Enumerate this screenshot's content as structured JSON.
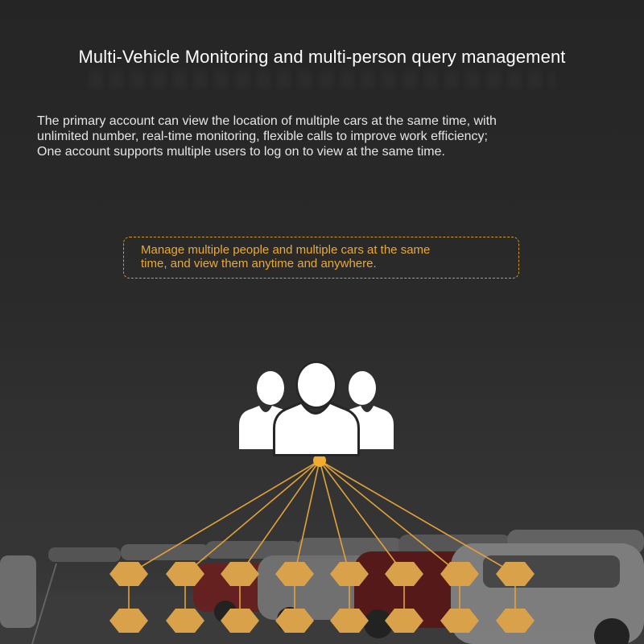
{
  "title": "Multi-Vehicle Monitoring and multi-person query management",
  "description": [
    "The primary account can view the location of multiple cars at the same time, with",
    "unlimited number, real-time monitoring, flexible calls to improve work efficiency;",
    "One account supports multiple users to log on to view at the same time."
  ],
  "callout": [
    "Manage multiple people and multiple cars at the same",
    "time, and view them anytime and anywhere."
  ],
  "colors": {
    "accent": "#e9a93a",
    "node": "#d9a24a",
    "text": "#ffffff"
  },
  "icons": [
    "users-group-icon",
    "hexagon-node-icon"
  ]
}
